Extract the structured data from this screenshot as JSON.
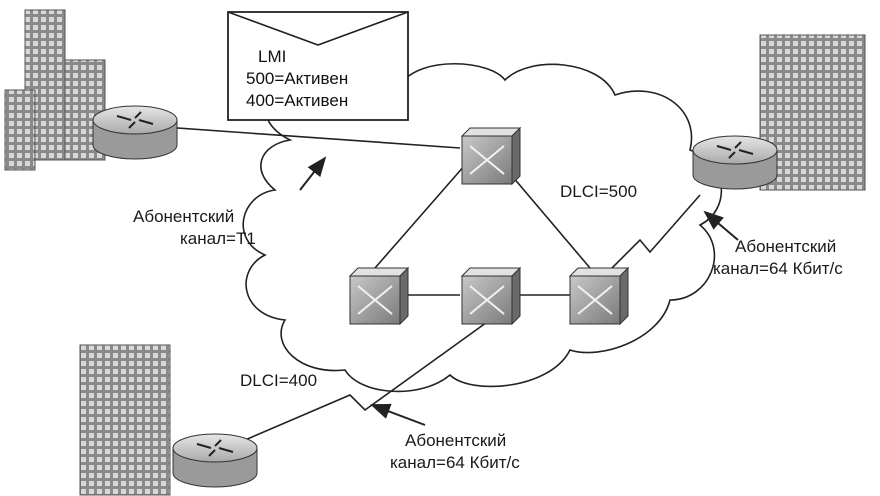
{
  "lmi_message": {
    "header": "LMI",
    "line1": "500=Активен",
    "line2": "400=Активен"
  },
  "labels": {
    "dlci_500": "DLCI=500",
    "dlci_400": "DLCI=400",
    "access_t1_line1": "Абонентский",
    "access_t1_line2": "канал=Т1",
    "access_64_right_line1": "Абонентский",
    "access_64_right_line2": "канал=64 Кбит/с",
    "access_64_bottom_line1": "Абонентский",
    "access_64_bottom_line2": "канал=64 Кбит/с"
  },
  "icons": [
    "building-icon",
    "router-icon",
    "switch-icon",
    "envelope-icon",
    "cloud-icon"
  ]
}
